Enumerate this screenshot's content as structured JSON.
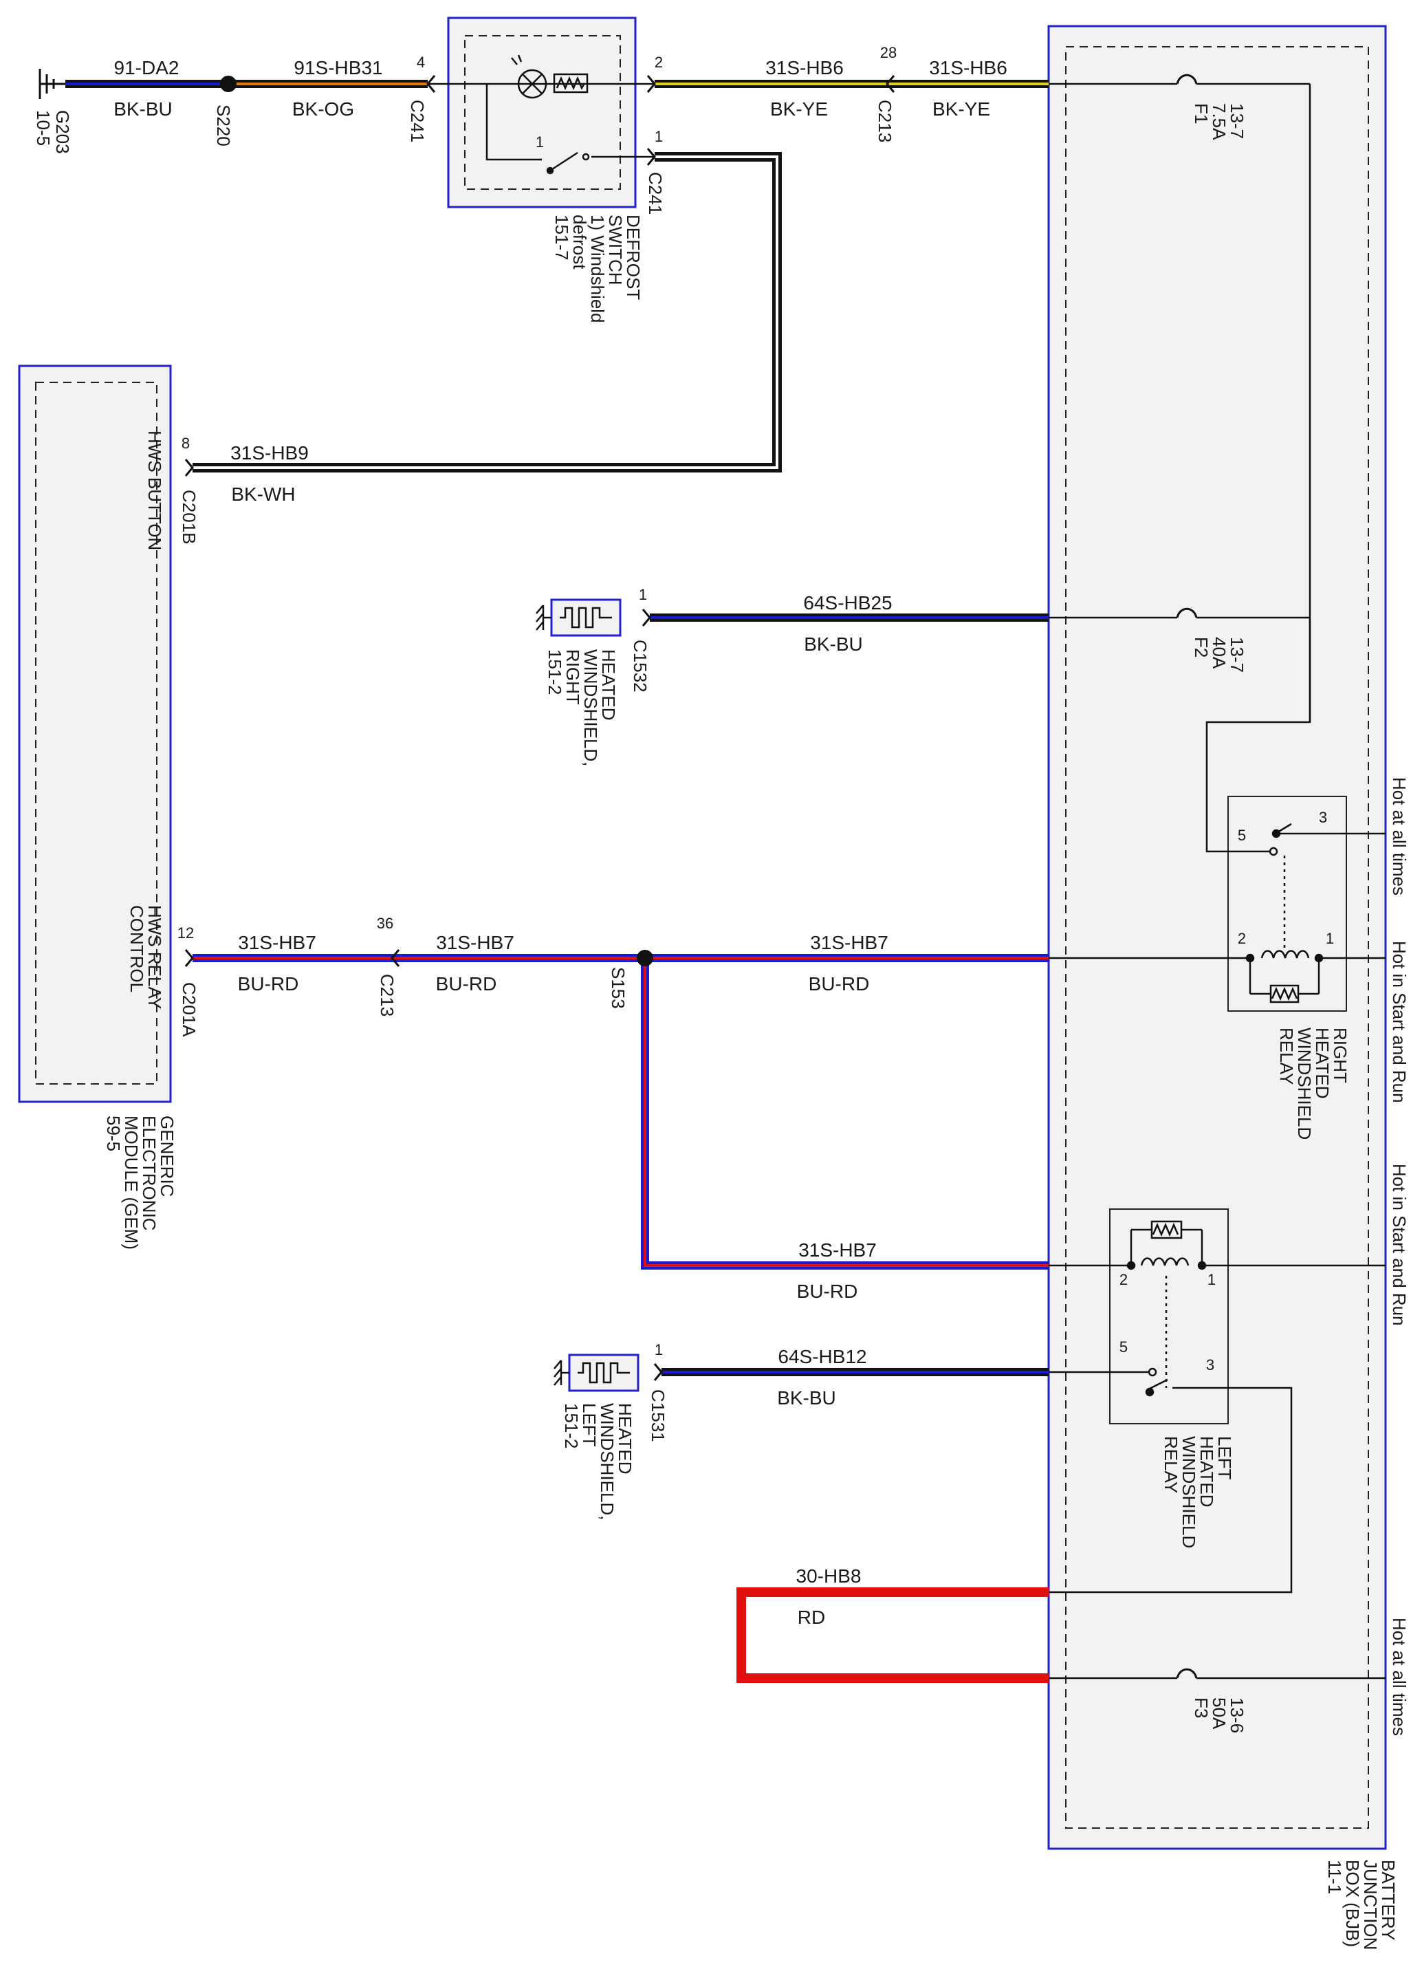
{
  "components": {
    "defrost_switch": {
      "lines": [
        "DEFROST",
        "SWITCH",
        "1) Windshield",
        "defrost",
        "151-7"
      ]
    },
    "gem": {
      "lines": [
        "GENERIC",
        "ELECTRONIC",
        "MODULE (GEM)",
        "59-5"
      ],
      "hws_button": "HWS BUTTON",
      "hws_relay_control": [
        "HWS RELAY",
        "CONTROL"
      ]
    },
    "heated_ws_right": {
      "lines": [
        "HEATED",
        "WINDSHIELD,",
        "RIGHT",
        "151-2"
      ]
    },
    "heated_ws_left": {
      "lines": [
        "HEATED",
        "WINDSHIELD,",
        "LEFT",
        "151-2"
      ]
    },
    "right_relay": {
      "lines": [
        "RIGHT",
        "HEATED",
        "WINDSHIELD",
        "RELAY"
      ]
    },
    "left_relay": {
      "lines": [
        "LEFT",
        "HEATED",
        "WINDSHIELD",
        "RELAY"
      ]
    },
    "bjb": {
      "lines": [
        "BATTERY",
        "JUNCTION",
        "BOX (BJB)",
        "11-1"
      ]
    }
  },
  "fuses": [
    {
      "id": "F1",
      "rating": "7.5A",
      "ref": "13-7"
    },
    {
      "id": "F2",
      "rating": "40A",
      "ref": "13-7"
    },
    {
      "id": "F3",
      "rating": "50A",
      "ref": "13-6"
    }
  ],
  "wires": [
    {
      "circuit": "91-DA2",
      "color": "BK-BU"
    },
    {
      "circuit": "91S-HB31",
      "color": "BK-OG"
    },
    {
      "circuit": "31S-HB6",
      "color": "BK-YE"
    },
    {
      "circuit": "31S-HB6",
      "color": "BK-YE"
    },
    {
      "circuit": "31S-HB9",
      "color": "BK-WH"
    },
    {
      "circuit": "64S-HB25",
      "color": "BK-BU"
    },
    {
      "circuit": "31S-HB7",
      "color": "BU-RD"
    },
    {
      "circuit": "31S-HB7",
      "color": "BU-RD"
    },
    {
      "circuit": "31S-HB7",
      "color": "BU-RD"
    },
    {
      "circuit": "31S-HB7",
      "color": "BU-RD"
    },
    {
      "circuit": "64S-HB12",
      "color": "BK-BU"
    },
    {
      "circuit": "30-HB8",
      "color": "RD"
    }
  ],
  "connectors": {
    "g203": {
      "name": "G203",
      "ref": "10-5"
    },
    "s220": "S220",
    "c241_a": {
      "name": "C241",
      "pin": "4"
    },
    "c241_b": {
      "name": "C241",
      "pin": "2"
    },
    "c241_c": {
      "name": "C241",
      "pin": "1"
    },
    "c213_a": {
      "name": "C213",
      "pin": "28"
    },
    "c201b": {
      "name": "C201B",
      "pin": "8"
    },
    "c1532": {
      "name": "C1532",
      "pin": "1"
    },
    "c201a": {
      "name": "C201A",
      "pin": "12"
    },
    "c213_b": {
      "name": "C213",
      "pin": "36"
    },
    "s153": "S153",
    "c1531": {
      "name": "C1531",
      "pin": "1"
    }
  },
  "switch_pin": "1",
  "relay_pins": {
    "right": [
      "5",
      "3",
      "2",
      "1"
    ],
    "left": [
      "2",
      "1",
      "5",
      "3"
    ]
  },
  "power_labels": [
    "Hot at all times",
    "Hot in Start and Run",
    "Hot in Start and Run",
    "Hot at all times"
  ],
  "colors": {
    "black": "#111111",
    "blue": "#1a1ad0",
    "red": "#e01010",
    "orange": "#e07a10",
    "yellow": "#e0d020",
    "white": "#ffffff",
    "box_border": "#2222cc",
    "box_fill": "#f2f2f2"
  }
}
